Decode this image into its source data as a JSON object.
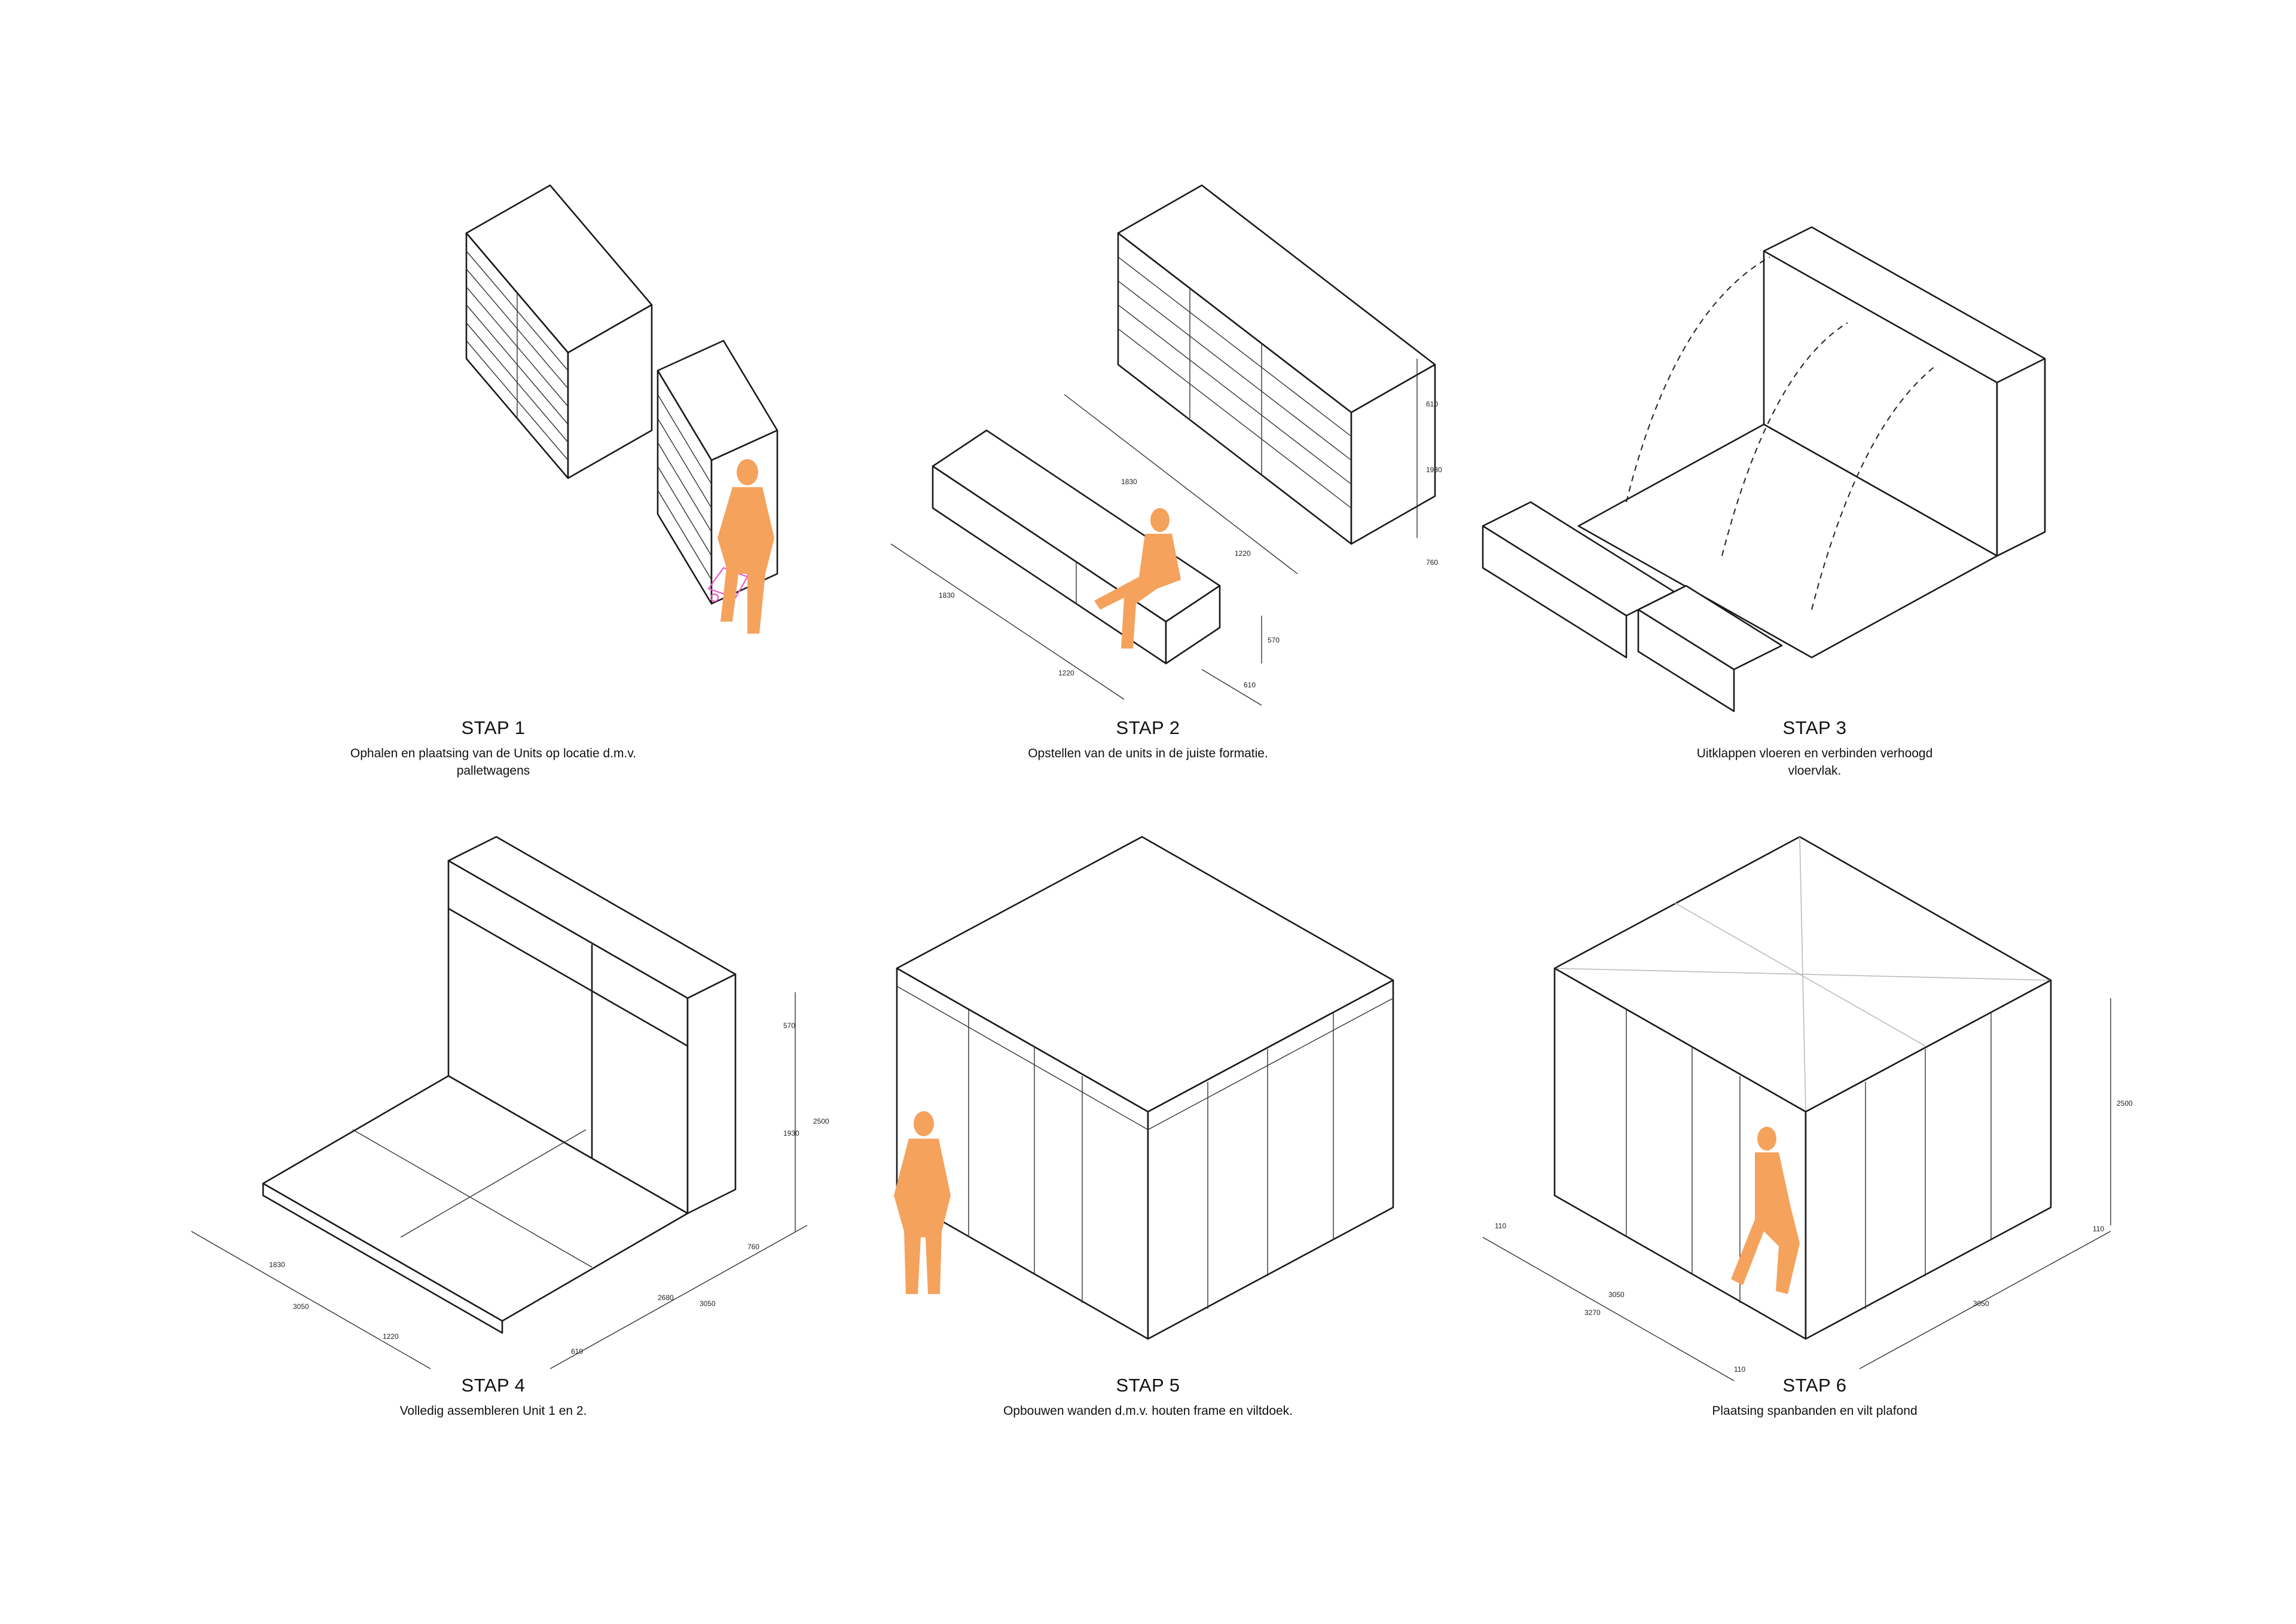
{
  "colors": {
    "person": "#f5a25d",
    "trolley": "#e85bc7",
    "line": "#1a1a1a"
  },
  "steps": [
    {
      "title": "STAP 1",
      "desc": "Ophalen en plaatsing van de Units op locatie d.m.v. palletwagens"
    },
    {
      "title": "STAP 2",
      "desc": "Opstellen van de units in de juiste formatie."
    },
    {
      "title": "STAP 3",
      "desc": "Uitklappen vloeren en verbinden verhoogd vloervlak."
    },
    {
      "title": "STAP 4",
      "desc": "Volledig assembleren Unit 1 en 2."
    },
    {
      "title": "STAP 5",
      "desc": "Opbouwen wanden d.m.v. houten frame en viltdoek."
    },
    {
      "title": "STAP 6",
      "desc": "Plaatsing spanbanden en vilt plafond"
    }
  ],
  "dims": {
    "s2": [
      "610",
      "1930",
      "760",
      "1830",
      "1220",
      "1830",
      "1220",
      "570",
      "610"
    ],
    "s4": [
      "570",
      "2500",
      "1930",
      "760",
      "1830",
      "3050",
      "1220",
      "2680",
      "3050",
      "610"
    ],
    "s6": [
      "2500",
      "110",
      "110",
      "3050",
      "3270",
      "110",
      "3050"
    ]
  },
  "icons": [
    "person-icon",
    "pallet-trolley-icon"
  ]
}
